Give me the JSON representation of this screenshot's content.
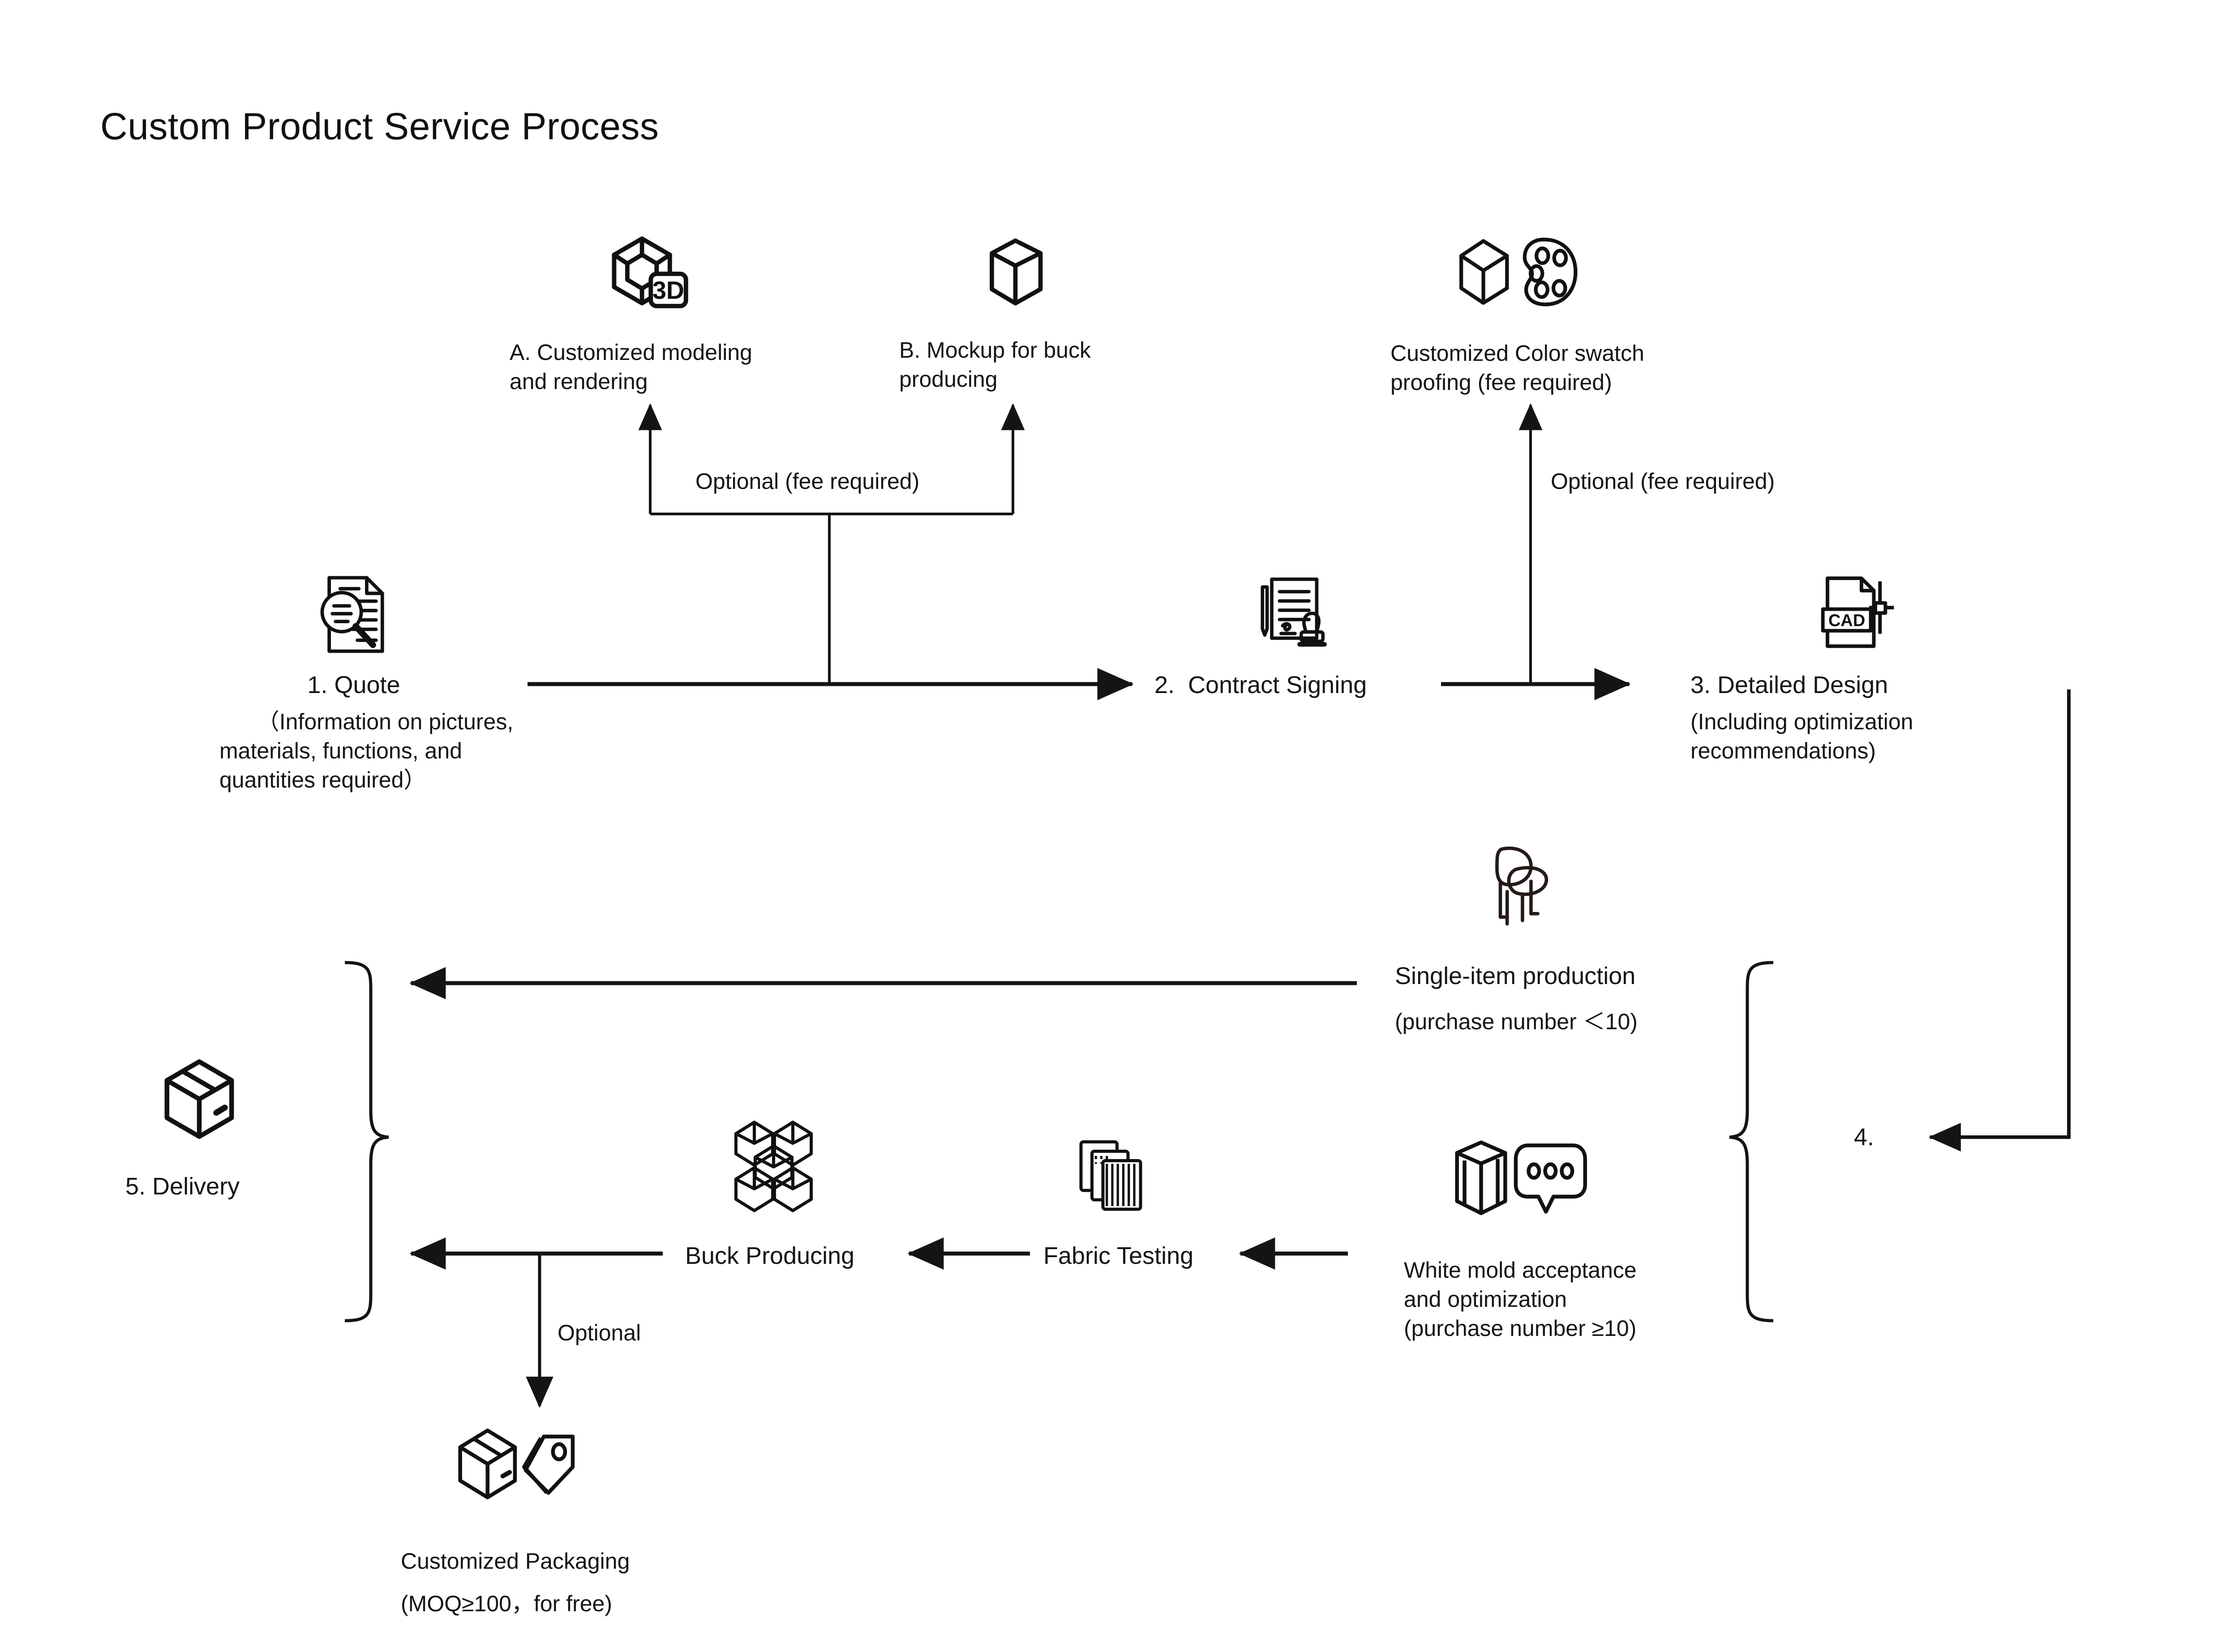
{
  "page": {
    "title": "Custom Product Service Process",
    "background": "#ffffff",
    "ink": "#141414"
  },
  "nodes": {
    "modeling": {
      "label_line1": "A. Customized modeling",
      "label_line2": "and rendering",
      "icon": "cube-3d-icon"
    },
    "mockup": {
      "label_line1": "B. Mockup for buck",
      "label_line2": "producing",
      "icon": "wireframe-cube-icon"
    },
    "color_swatch": {
      "label_line1": "Customized Color swatch",
      "label_line2": "proofing (fee required)",
      "icon": "cube-palette-icon"
    },
    "quote": {
      "title": "1. Quote",
      "sub_line1": "（Information on pictures,",
      "sub_line2": "materials, functions, and",
      "sub_line3": "quantities required）",
      "icon": "document-search-icon"
    },
    "contract": {
      "title": "2.  Contract Signing",
      "icon": "contract-stamp-icon"
    },
    "design": {
      "title": "3. Detailed Design",
      "sub_line1": "(Including optimization",
      "sub_line2": "recommendations)",
      "icon": "cad-file-icon"
    },
    "single_item": {
      "label_line1": "Single-item production",
      "label_line2": "(purchase number ＜10)",
      "icon": "chair-icon"
    },
    "white_mold": {
      "label_line1": "White mold acceptance",
      "label_line2": "and optimization",
      "label_line3": "(purchase number ≥10)",
      "icon": "wireframe-box-chat-icon"
    },
    "fabric_testing": {
      "label": "Fabric Testing",
      "icon": "fabric-swatches-icon"
    },
    "buck_producing": {
      "label": "Buck Producing",
      "icon": "stacked-cubes-icon"
    },
    "delivery": {
      "title": "5. Delivery",
      "icon": "package-box-icon"
    },
    "packaging": {
      "label_line1": "Customized Packaging",
      "label_line2": "(MOQ≥100，for free)",
      "icon": "box-tag-icon"
    },
    "stage_four": {
      "label": "4."
    }
  },
  "edge_labels": {
    "optional_fee_left": "Optional (fee required)",
    "optional_fee_right": "Optional (fee required)",
    "optional_packaging": "Optional"
  }
}
